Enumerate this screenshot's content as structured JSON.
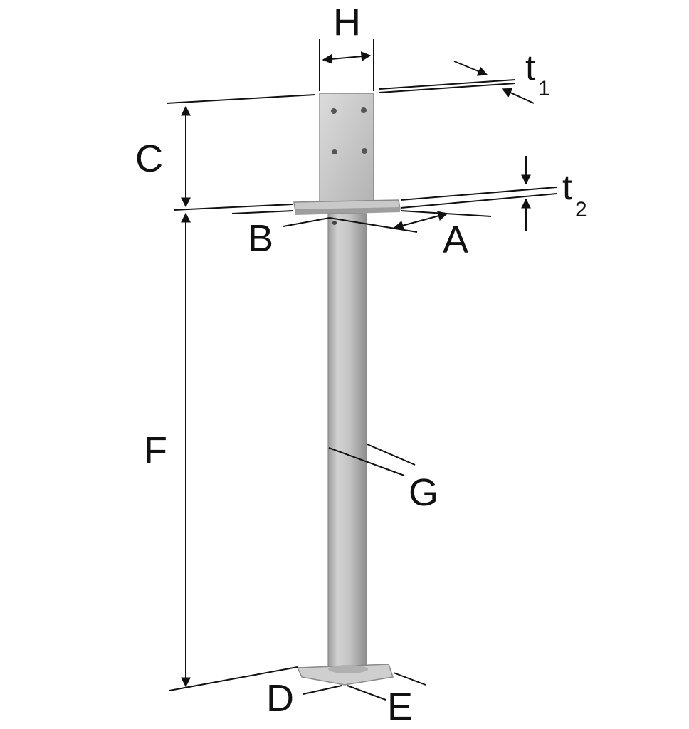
{
  "colors": {
    "steel_light": "#d7d7d7",
    "steel_mid": "#b9b9b9",
    "steel_dark": "#8a8a8a",
    "line": "#111111",
    "background": "#ffffff"
  },
  "labels": {
    "H": "H",
    "t1": "t",
    "t1_sub": "1",
    "C": "C",
    "t2": "t",
    "t2_sub": "2",
    "B": "B",
    "A": "A",
    "F": "F",
    "G": "G",
    "D": "D",
    "E": "E"
  }
}
